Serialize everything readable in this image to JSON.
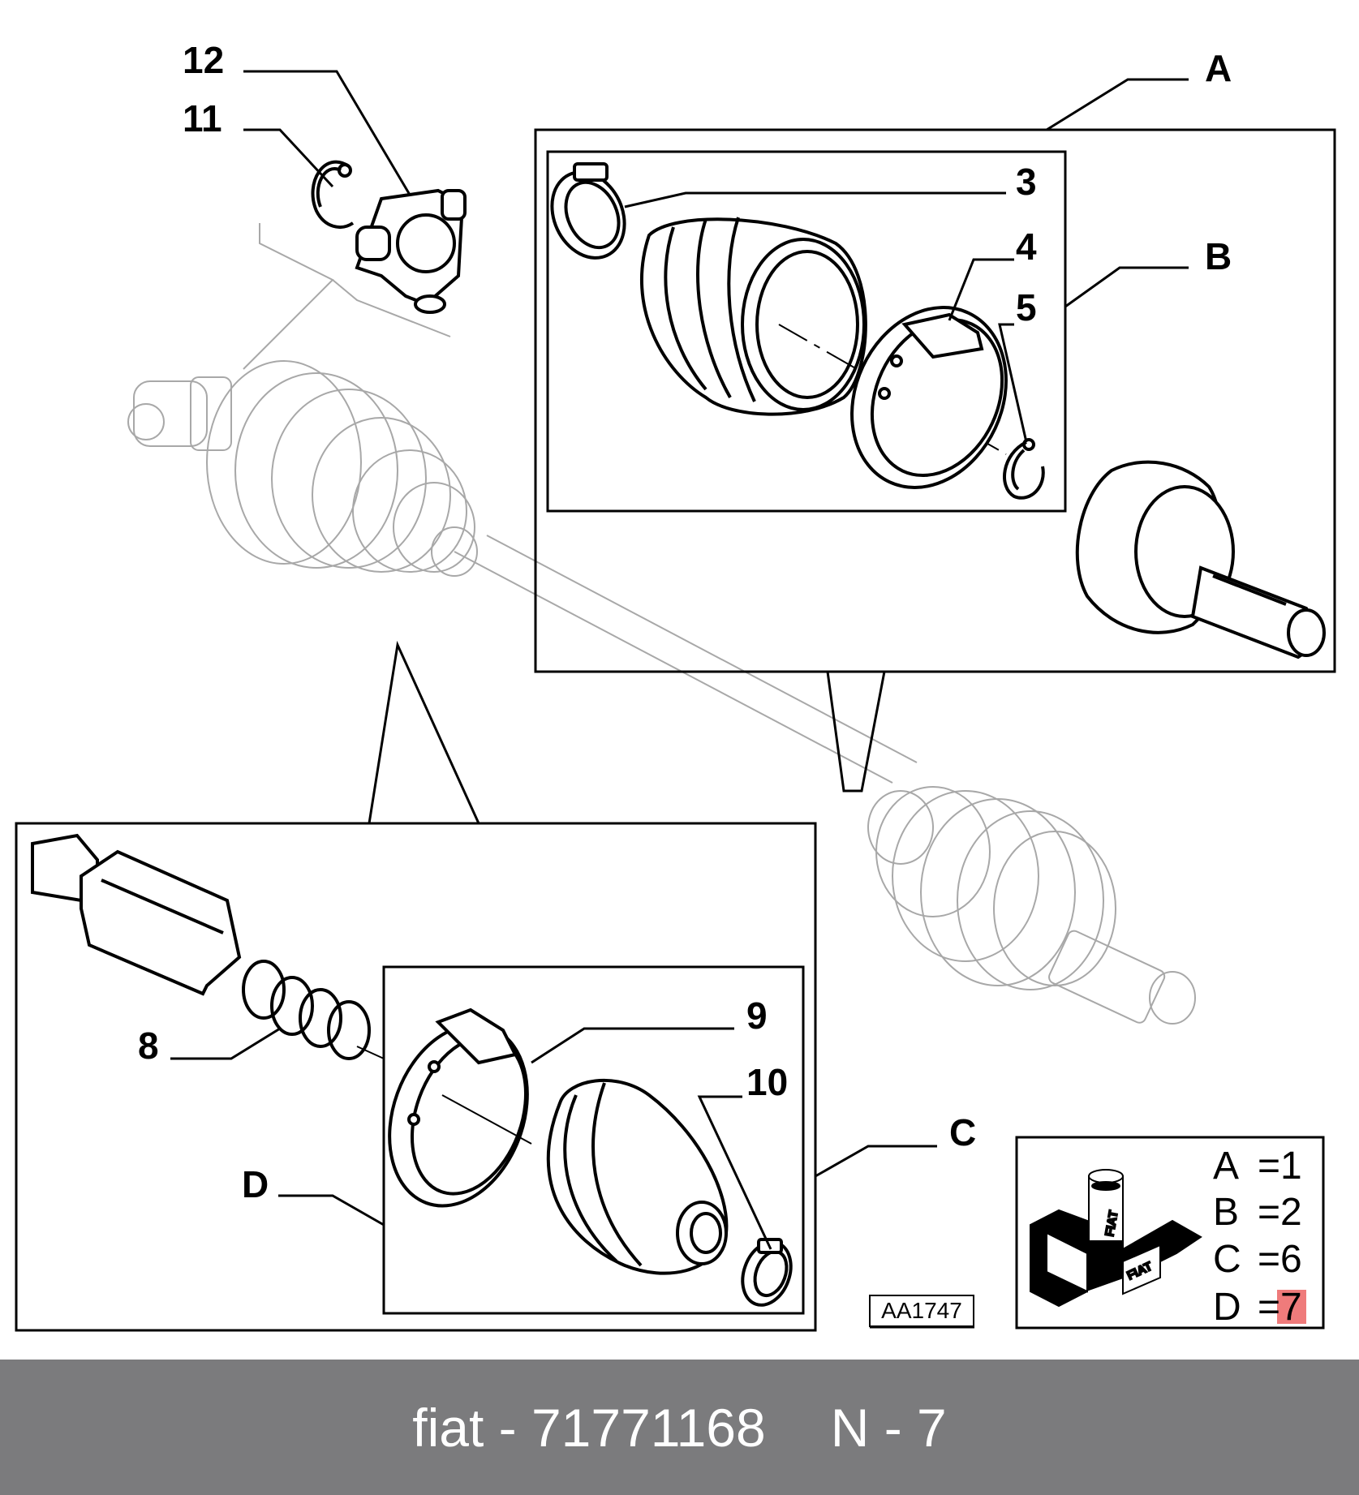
{
  "callouts": {
    "c12": "12",
    "c11": "11",
    "c3": "3",
    "c4": "4",
    "c5": "5",
    "c8": "8",
    "c9": "9",
    "c10": "10",
    "cA": "A",
    "cB": "B",
    "cC": "C",
    "cD": "D"
  },
  "reference": "AA1747",
  "legend": [
    {
      "key": "A",
      "eq": "=",
      "val": "1"
    },
    {
      "key": "B",
      "eq": "=",
      "val": "2"
    },
    {
      "key": "C",
      "eq": "=",
      "val": "6"
    },
    {
      "key": "D",
      "eq": "=",
      "val": "7"
    }
  ],
  "brand_logo_text": "FIAT",
  "colors": {
    "highlight": "#ef7b7b",
    "footer_bg": "#7b7b7d",
    "ghost": "#a8a8a8"
  },
  "footer": {
    "part": "fiat - 71771168",
    "position": "N - 7"
  }
}
